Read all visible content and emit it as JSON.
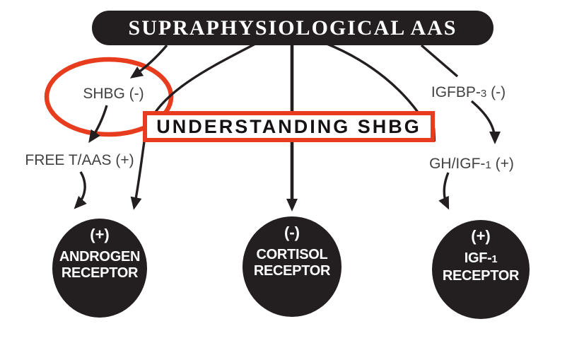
{
  "diagram": {
    "banner": {
      "title": "SUPRAPHYSIOLOGICAL AAS"
    },
    "center_box": {
      "label": "UNDERSTANDING SHBG"
    },
    "nodes": {
      "shbg": {
        "label": "SHBG (-)"
      },
      "free_t": {
        "label": "FREE T/AAS (+)"
      },
      "igfbp3": {
        "pre": "IGFBP-",
        "sub": "3",
        "post": " (-)"
      },
      "gh_igf1": {
        "pre": "GH/IGF-",
        "sub": "1",
        "post": " (+)"
      }
    },
    "receptors": [
      {
        "sign": "(+)",
        "line1": "ANDROGEN",
        "line2": "RECEPTOR"
      },
      {
        "sign": "(-)",
        "line1": "CORTISOL",
        "line2": "RECEPTOR"
      },
      {
        "sign": "(+)",
        "line1_pre": "IGF-",
        "line1_sub": "1",
        "line2": "RECEPTOR"
      }
    ],
    "edges": [
      {
        "from": "SUPRAPHYSIOLOGICAL AAS",
        "to": "SHBG (-)"
      },
      {
        "from": "SUPRAPHYSIOLOGICAL AAS",
        "to": "ANDROGEN RECEPTOR"
      },
      {
        "from": "SUPRAPHYSIOLOGICAL AAS",
        "to": "CORTISOL RECEPTOR"
      },
      {
        "from": "SUPRAPHYSIOLOGICAL AAS",
        "to": "GH/IGF-1 (+)"
      },
      {
        "from": "SUPRAPHYSIOLOGICAL AAS",
        "to": "IGFBP-3 (-)"
      },
      {
        "from": "SHBG (-)",
        "to": "FREE T/AAS (+)"
      },
      {
        "from": "FREE T/AAS (+)",
        "to": "ANDROGEN RECEPTOR"
      },
      {
        "from": "IGFBP-3 (-)",
        "to": "GH/IGF-1 (+)"
      },
      {
        "from": "GH/IGF-1 (+)",
        "to": "IGF-1 RECEPTOR"
      }
    ],
    "colors": {
      "ink_black": "#231f20",
      "accent_red": "#e73c1e",
      "label_gray": "#414042",
      "background": "#ffffff",
      "text_on_dark": "#ffffff"
    }
  }
}
